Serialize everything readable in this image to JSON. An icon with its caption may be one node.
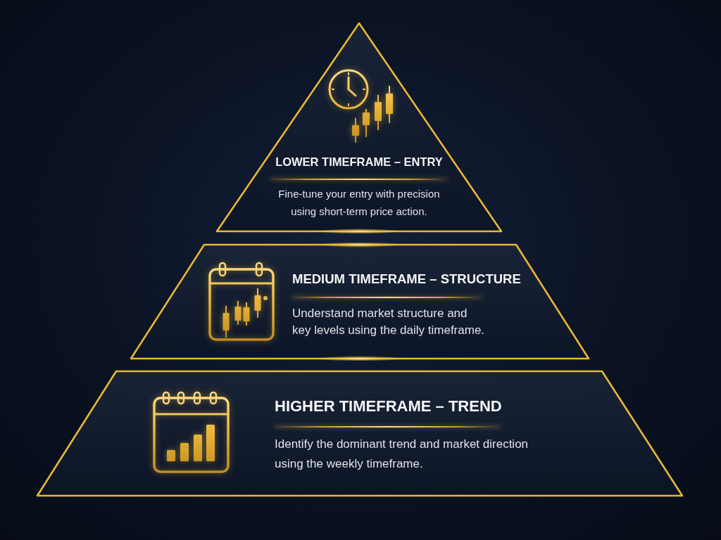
{
  "diagram": {
    "nodes": [
      {
        "text": [
          "LOWER TIMEFRAME – ENTRY",
          "Fine-tune your entry with precision using short-term price action."
        ]
      },
      {
        "text": [
          "MEDIUM TIMEFRAME – STRUCTURE",
          "Understand market structure and key levels using the daily timeframe."
        ]
      },
      {
        "text": [
          "HIGHER TIMEFRAME – TREND",
          "Identify the dominant trend and market direction using the weekly timeframe."
        ]
      }
    ]
  }
}
